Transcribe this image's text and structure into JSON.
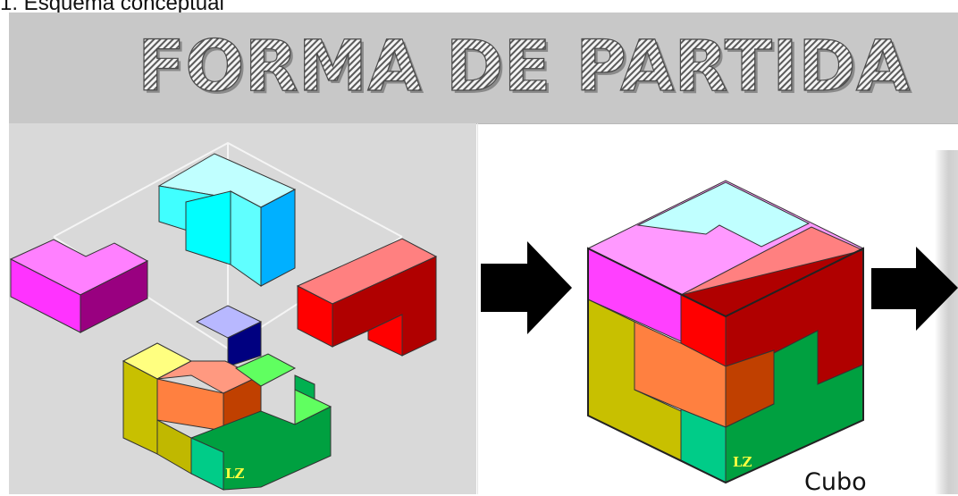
{
  "caption": "1. Esquema conceptual",
  "banner": {
    "title": "FORMA DE PARTIDA"
  },
  "pieces": {
    "logo": "LZ"
  },
  "cube": {
    "label": "Cubo",
    "logo": "LZ"
  },
  "colors": {
    "magenta": "#ff66ff",
    "cyan": "#66ffff",
    "red": "#ff0000",
    "orange": "#ff8040",
    "yellow": "#c8c000",
    "green": "#00a040",
    "arrow": "#000000",
    "panel": "#d9d9d9",
    "banner": "#c8c8c8"
  },
  "icons": {
    "arrow_1": "arrow-right-icon",
    "arrow_2": "arrow-right-icon"
  }
}
